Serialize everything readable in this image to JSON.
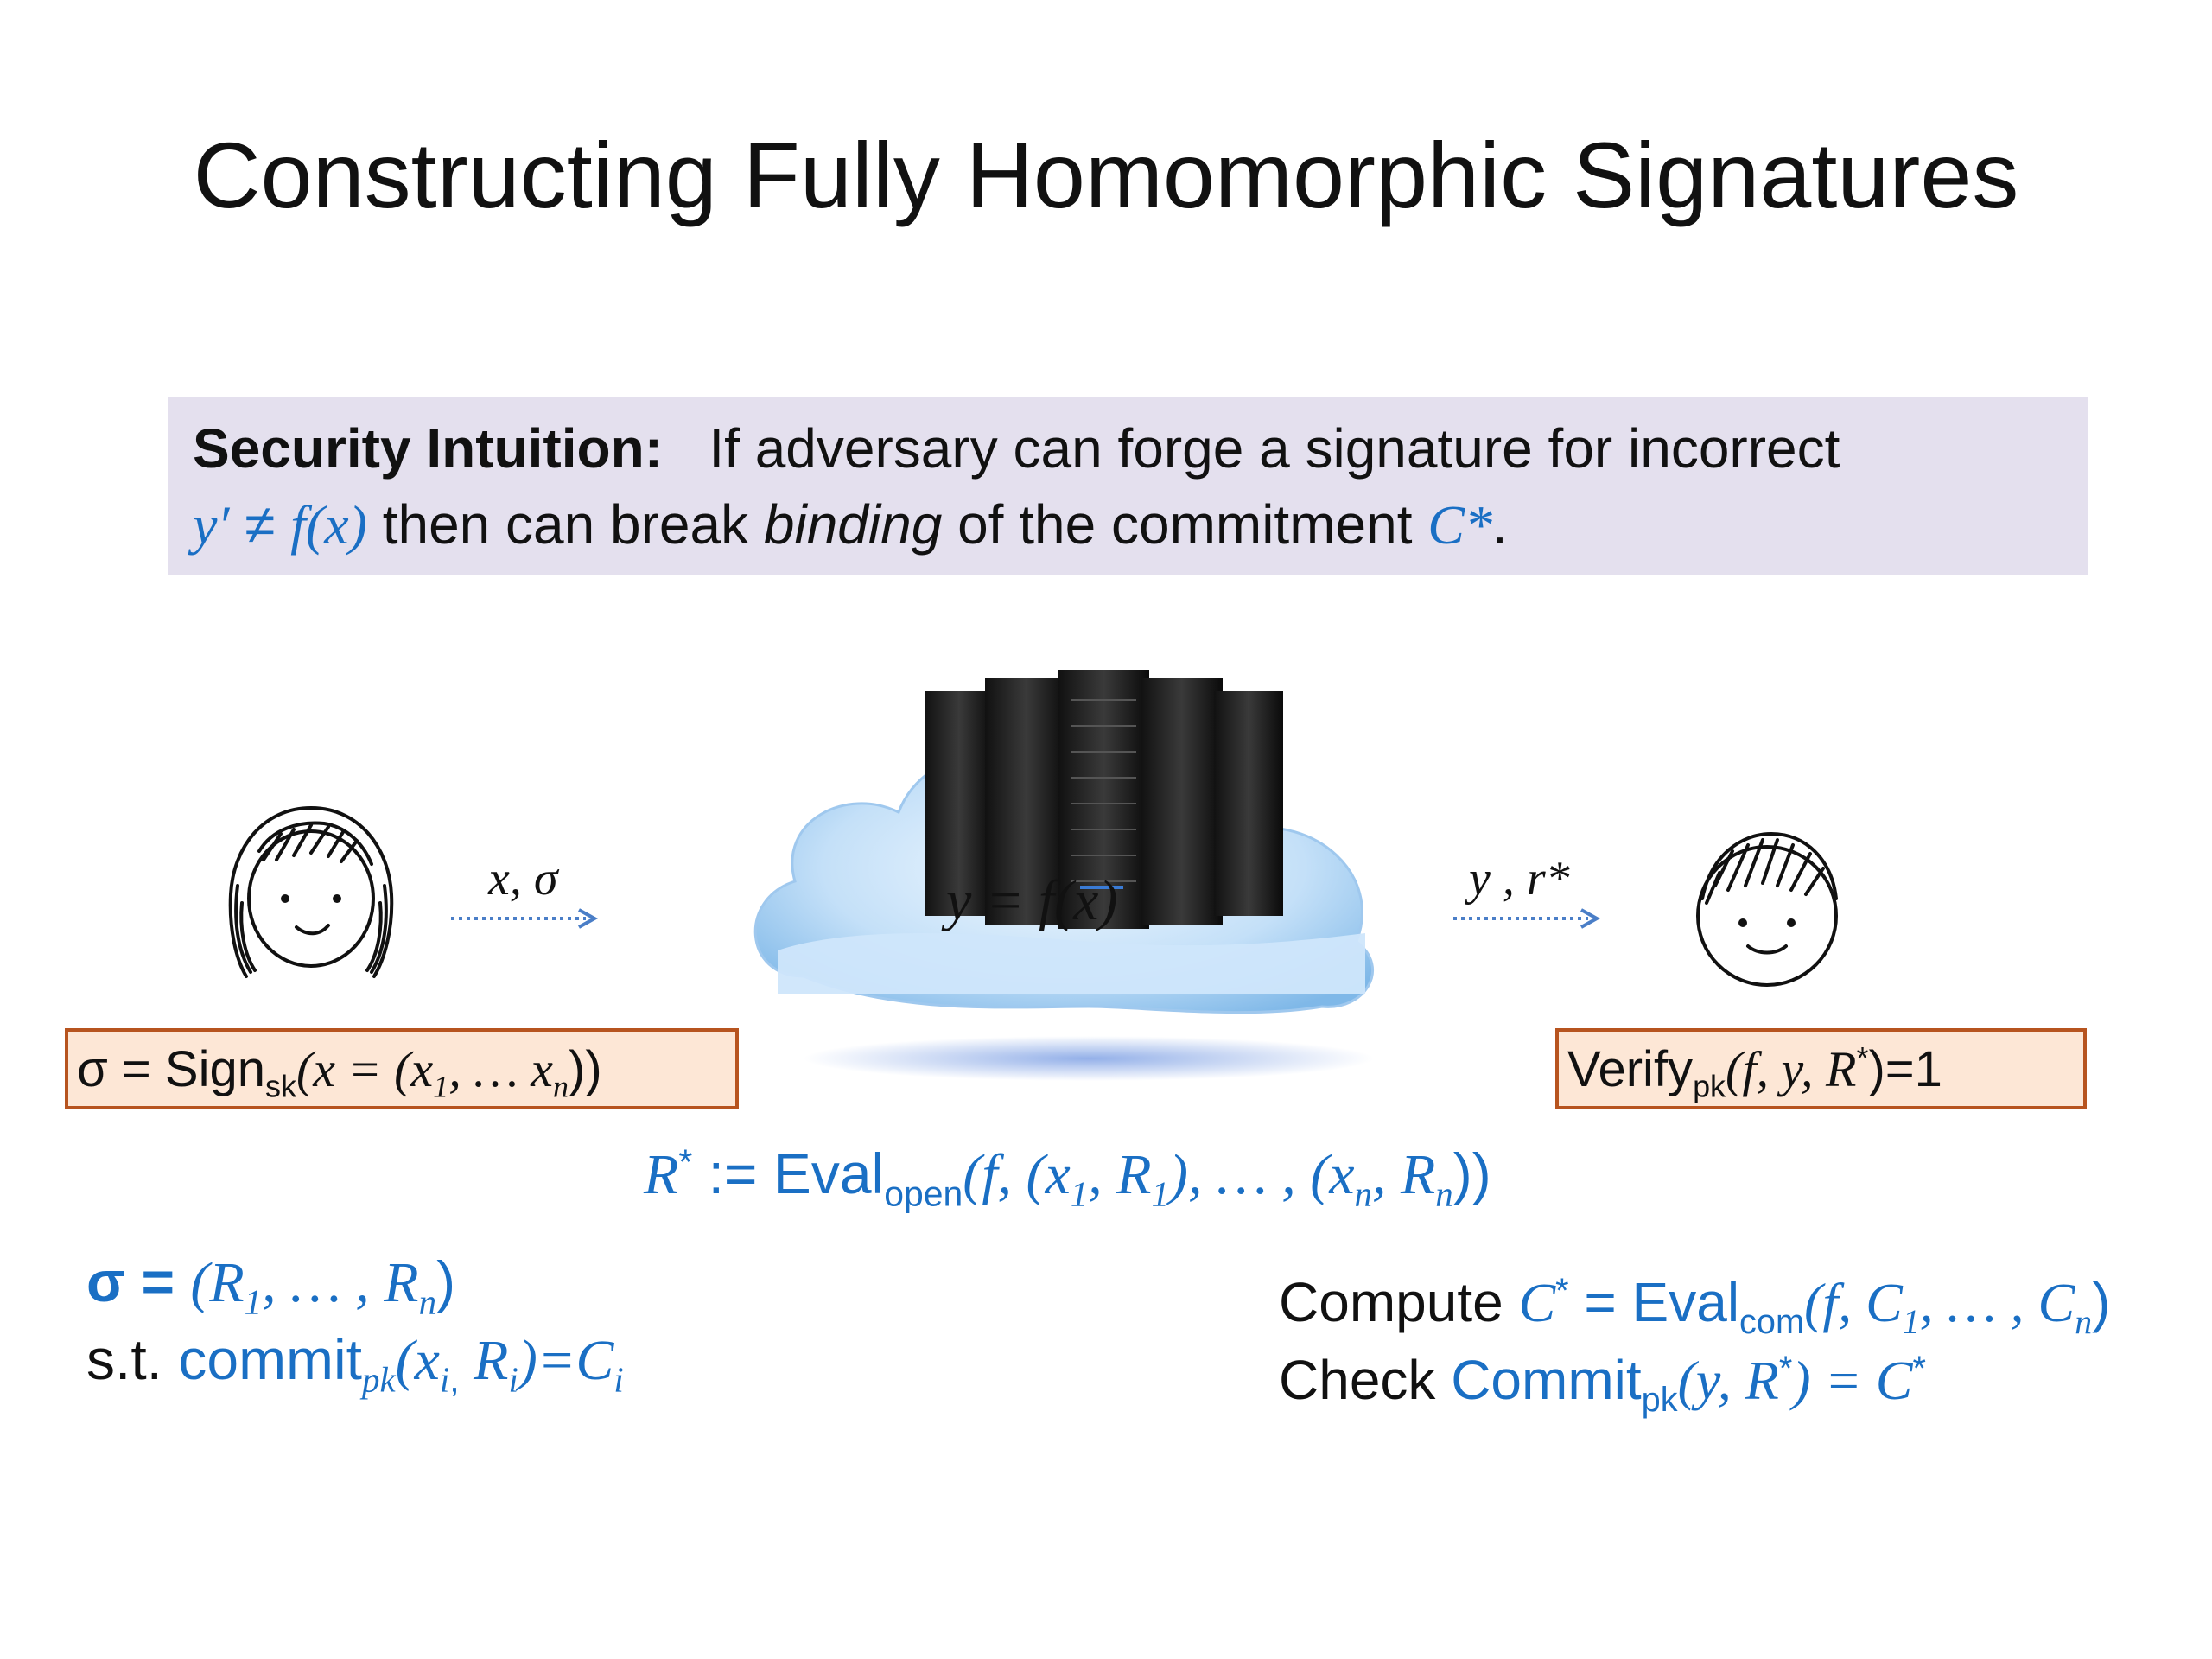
{
  "title": "Constructing Fully Homomorphic Signatures",
  "intuition": {
    "label": "Security Intuition:",
    "line1_text": "If adversary can forge a signature for incorrect",
    "y_prime": "y′",
    "neq": "≠",
    "fx": "f(x)",
    "line2_mid": "then can break",
    "binding": "binding",
    "line2_tail": "of the commitment",
    "c_star": "C*",
    "period": "."
  },
  "left_arrow_label": "x, σ",
  "right_arrow_label": "y   , r*",
  "cloud_label": "y = f(x)",
  "sign_box": {
    "prefix": "σ = Sign",
    "sub": "sk",
    "args": "(x = (x",
    "x1sub": "1",
    "mid": ", … x",
    "xnsub": "n",
    "close": "))"
  },
  "verify_box": {
    "prefix": "Verify",
    "sub": "pk",
    "args": "(f, y, R",
    "star": "*",
    "tail": ")=1"
  },
  "eval_open": {
    "r": "R",
    "star": "*",
    "assign": " := Eval",
    "sub": "open",
    "args": "(f, (x",
    "s1": "1",
    "r1": ", R",
    "s1b": "1",
    "mid": "), … , (x",
    "sn": "n",
    "rn": ", R",
    "snb": "n",
    "close": "))"
  },
  "sigma_def": {
    "sigma": "σ =",
    "tuple": "(R",
    "s1": "1",
    "mid": ", … , R",
    "sn": "n",
    "close": ")"
  },
  "st_commit": {
    "st": "s.t.",
    "commit": "commit",
    "sub": "pk",
    "args": "(x",
    "si": "i",
    "comma": ",",
    "r": " R",
    "ri": "i",
    "eq": ")=C",
    "ci": "i"
  },
  "compute": {
    "word": "Compute",
    "c": "C",
    "star": "*",
    "eq": " = Eval",
    "sub": "com",
    "args": "(f, C",
    "s1": "1",
    "mid": ", … , C",
    "sn": "n",
    "close": ")"
  },
  "check": {
    "word": "Check",
    "commit": "Commit",
    "sub": "pk",
    "args": "(y, R",
    "star": "*",
    "eq": ") = C",
    "star2": "*"
  }
}
